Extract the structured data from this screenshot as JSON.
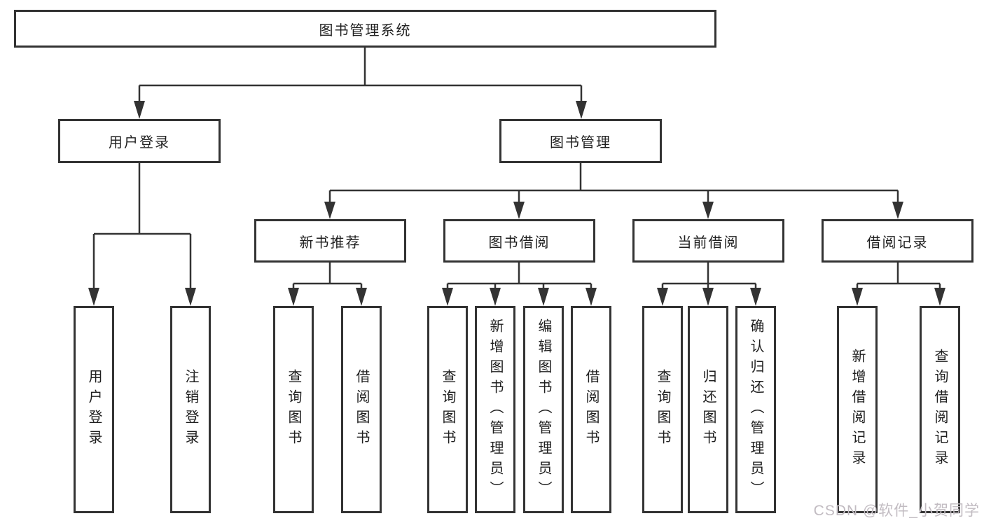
{
  "root": {
    "label": "图书管理系统"
  },
  "branches": [
    {
      "label": "用户登录",
      "children": [
        {
          "label": "用户登录"
        },
        {
          "label": "注销登录"
        }
      ]
    },
    {
      "label": "图书管理",
      "children": [
        {
          "label": "新书推荐",
          "children": [
            {
              "label": "查询图书"
            },
            {
              "label": "借阅图书"
            }
          ]
        },
        {
          "label": "图书借阅",
          "children": [
            {
              "label": "查询图书"
            },
            {
              "label": "新增图书（管理员）"
            },
            {
              "label": "编辑图书（管理员）"
            },
            {
              "label": "借阅图书"
            }
          ]
        },
        {
          "label": "当前借阅",
          "children": [
            {
              "label": "查询图书"
            },
            {
              "label": "归还图书"
            },
            {
              "label": "确认归还（管理员）"
            }
          ]
        },
        {
          "label": "借阅记录",
          "children": [
            {
              "label": "新增借阅记录"
            },
            {
              "label": "查询借阅记录"
            }
          ]
        }
      ]
    }
  ],
  "watermark": "CSDN @软件_小贺同学",
  "colors": {
    "line": "#333333",
    "text": "#1f1f1f",
    "box_background": "#ffffff",
    "watermark": "#c2bcc2"
  }
}
